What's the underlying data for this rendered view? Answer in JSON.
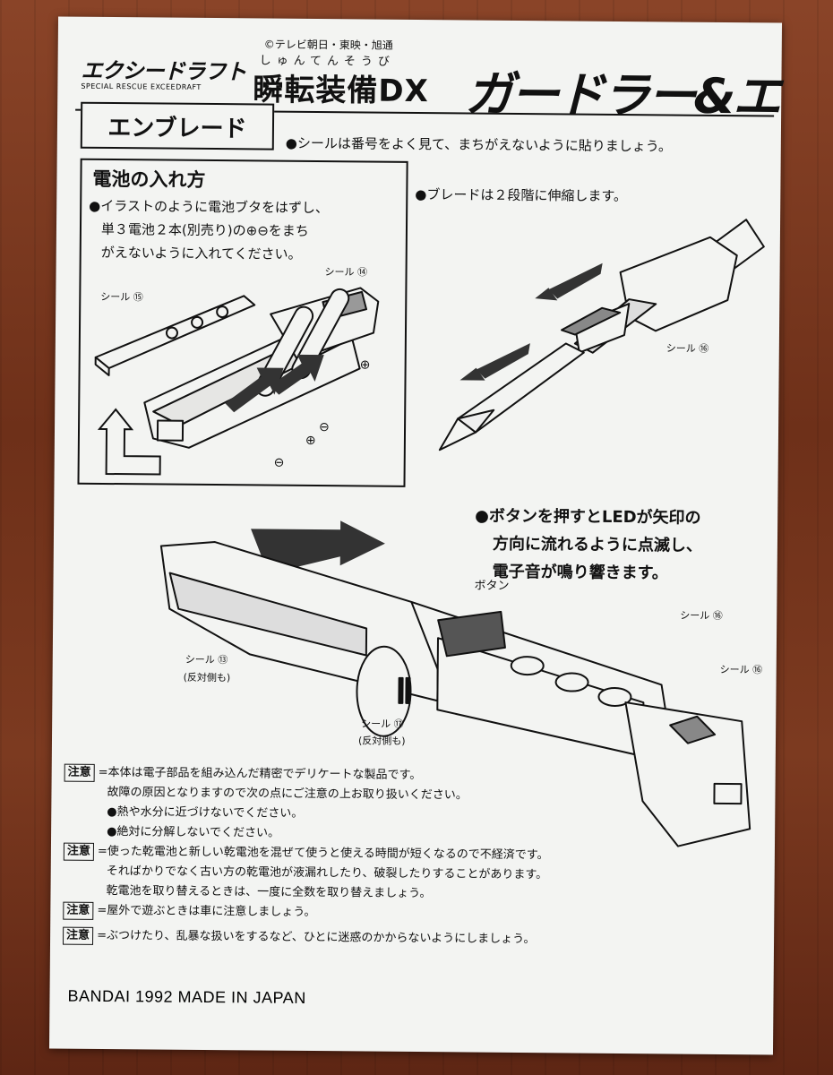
{
  "header": {
    "copyright": "©テレビ朝日・東映・旭通",
    "logo_main": "エクシードラフト",
    "logo_sub": "SPECIAL RESCUE EXCEEDRAFT",
    "title_ruby": "しゅんてんそうび",
    "title": "瞬転装備DX",
    "brand": "ガードラー&エ"
  },
  "section_title": "エンブレード",
  "seal_note": "●シールは番号をよく見て、まちがえないように貼りましょう。",
  "battery": {
    "title": "電池の入れ方",
    "lines": [
      "●イラストのように電池ブタをはずし、",
      "単３電池２本(別売り)の⊕⊖をまち",
      "がえないように入れてください。"
    ],
    "seal_15": "シール ⑮",
    "seal_14": "シール ⑭"
  },
  "blade": {
    "note": "●ブレードは２段階に伸縮します。",
    "seal_16": "シール ⑯"
  },
  "led": {
    "lines": [
      "●ボタンを押すとLEDが矢印の",
      "方向に流れるように点滅し、",
      "電子音が鳴り響きます。"
    ],
    "button_label": "ボタン",
    "seal_16a": "シール ⑯",
    "seal_16b": "シール ⑯",
    "seal_13": "シール ⑬",
    "seal_13_note": "(反対側も)",
    "seal_17": "シール ⑰",
    "seal_17_note": "(反対側も)"
  },
  "cautions": {
    "badge": "注意",
    "c1_line1": "=本体は電子部品を組み込んだ精密でデリケートな製品です。",
    "c1_line2": "故障の原因となりますので次の点にご注意の上お取り扱いください。",
    "c1_line3": "●熱や水分に近づけないでください。",
    "c1_line4": "●絶対に分解しないでください。",
    "c2_line1": "=使った乾電池と新しい乾電池を混ぜて使うと使える時間が短くなるので不経済です。",
    "c2_line2": "そればかりでなく古い方の乾電池が液漏れしたり、破裂したりすることがあります。",
    "c2_line3": "乾電池を取り替えるときは、一度に全数を取り替えましょう。",
    "c3_line1": "=屋外で遊ぶときは車に注意しましょう。",
    "c4_line1": "=ぶつけたり、乱暴な扱いをするなど、ひとに迷惑のかからないようにしましょう。"
  },
  "footer": "BANDAI 1992 MADE IN JAPAN"
}
